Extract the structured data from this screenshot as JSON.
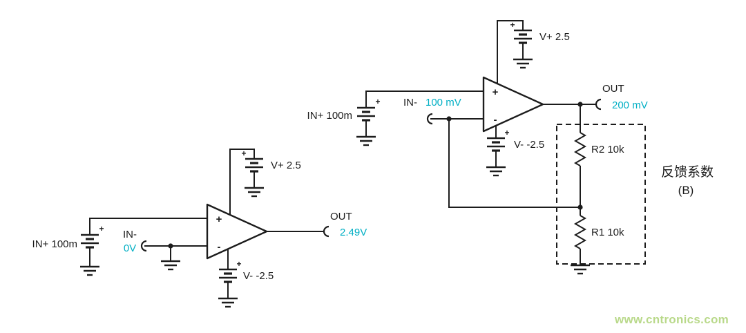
{
  "colors": {
    "wire": "#1c1c1c",
    "text": "#1c1c1c",
    "value": "#00afc4",
    "watermark": "#b9d98a"
  },
  "symbols": {
    "plus_pin": "+",
    "minus_pin": "-",
    "battery_plus": "+"
  },
  "left_circuit": {
    "in_plus_label": "IN+ 100m",
    "in_minus_label": "IN-",
    "in_minus_value": "0V",
    "supply_positive_label": "V+ 2.5",
    "supply_negative_label": "V- -2.5",
    "output_label": "OUT",
    "output_value": "2.49V"
  },
  "right_circuit": {
    "in_plus_label": "IN+ 100m",
    "in_minus_label": "IN-",
    "in_minus_value": "100 mV",
    "supply_positive_label": "V+ 2.5",
    "supply_negative_label": "V- -2.5",
    "output_label": "OUT",
    "output_value": "200 mV",
    "feedback": {
      "r2_label": "R2 10k",
      "r1_label": "R1 10k",
      "annotation_title": "反馈系数",
      "annotation_sub": "(B)"
    }
  },
  "watermark": {
    "text": "www.cntronics.com"
  }
}
